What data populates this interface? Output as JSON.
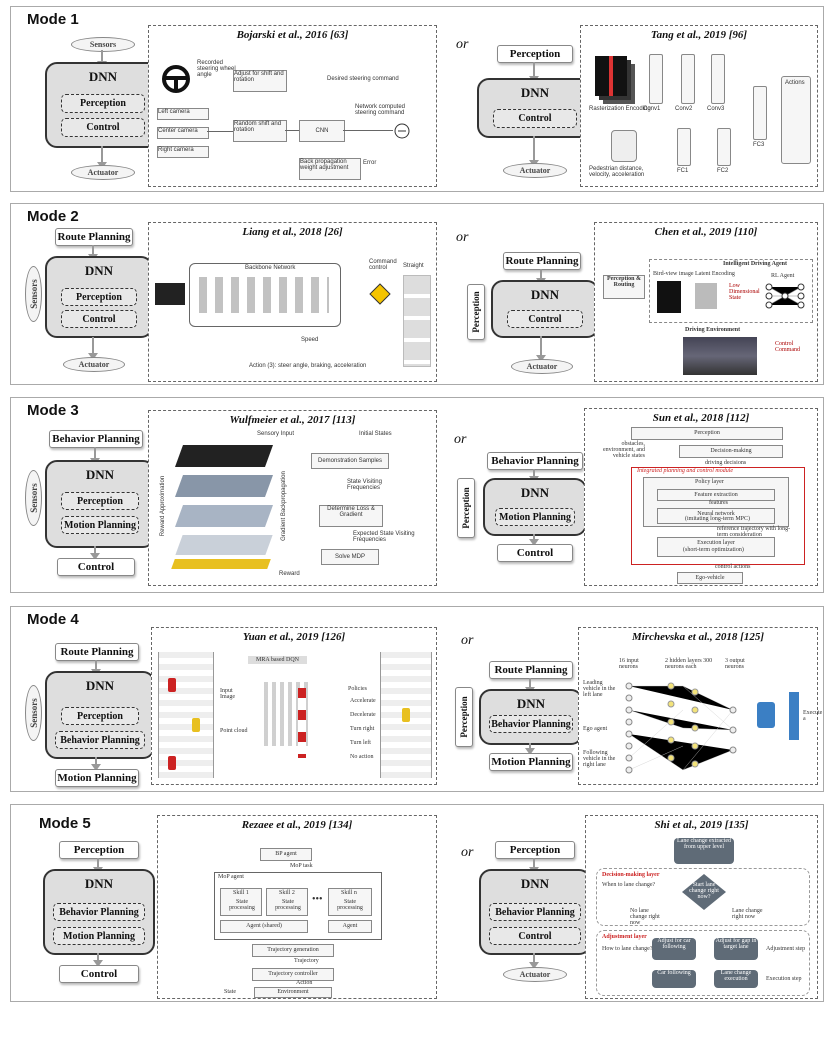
{
  "modes": [
    {
      "title": "Mode 1",
      "left": {
        "top_oval": "Sensors",
        "dnn": "DNN",
        "inner": [
          "Perception",
          "Control"
        ],
        "bottom_oval": "Actuator"
      },
      "ref_a": "Bojarski et al., 2016 [63]",
      "or": "or",
      "right": {
        "top_box": "Perception",
        "dnn": "DNN",
        "inner": [
          "Control"
        ],
        "bottom_oval": "Actuator"
      },
      "ref_b": "Tang et al., 2019 [96]",
      "panel_a": {
        "wheel_label": "Recorded steering wheel angle",
        "adjust": "Adjust for shift and rotation",
        "desired": "Desired steering command",
        "left_cam": "Left camera",
        "center_cam": "Center camera",
        "right_cam": "Right camera",
        "random_shift": "Random shift and rotation",
        "cnn": "CNN",
        "network_cmd": "Network computed steering command",
        "error": "Error",
        "backprop": "Back propagation weight adjustment"
      },
      "panel_b": {
        "raster": "Rasterization Encoding",
        "conv1": "Conv1",
        "conv2": "Conv2",
        "conv3": "Conv3",
        "fc1": "FC1",
        "fc2": "FC2",
        "fc3": "FC3",
        "actions": "Actions",
        "features": "Pedestrian distance, velocity, acceleration"
      }
    },
    {
      "title": "Mode 2",
      "left": {
        "top_box": "Route Planning",
        "side_oval": "Sensors",
        "dnn": "DNN",
        "inner": [
          "Perception",
          "Control"
        ],
        "bottom_oval": "Actuator"
      },
      "ref_a": "Liang et al., 2018 [26]",
      "or": "or",
      "right": {
        "top_box": "Route Planning",
        "side_box": "Perception",
        "dnn": "DNN",
        "inner": [
          "Control"
        ],
        "bottom_oval": "Actuator"
      },
      "ref_b": "Chen et al., 2019 [110]",
      "panel_a": {
        "backbone": "Backbone Network",
        "command": "Command control",
        "straight": "Straight",
        "speed": "Speed",
        "action": "Action (3): steer angle, braking, acceleration"
      },
      "panel_b": {
        "perception": "Perception & Routing",
        "birdview": "Bird-view image",
        "latent": "Latent Encoding",
        "lowdim": "Low Dimensional State",
        "agent": "Intelligent Driving Agent",
        "rl": "RL Agent",
        "env": "Driving Environment",
        "control": "Control Command"
      }
    },
    {
      "title": "Mode 3",
      "left": {
        "top_box": "Behavior Planning",
        "side_oval": "Sensors",
        "dnn": "DNN",
        "inner": [
          "Perception",
          "Motion Planning"
        ],
        "bottom_box": "Control"
      },
      "ref_a": "Wulfmeier et al., 2017 [113]",
      "or": "or",
      "right": {
        "top_box": "Behavior Planning",
        "side_box": "Perception",
        "dnn": "DNN",
        "inner": [
          "Motion Planning"
        ],
        "bottom_box": "Control"
      },
      "ref_b": "Sun et al., 2018 [112]",
      "panel_a": {
        "sensory": "Sensory Input",
        "initial": "Initial States",
        "demo": "Demonstration Samples",
        "svf": "State Visiting Frequencies",
        "loss": "Determine Loss & Gradient",
        "esvf": "Expected State Visiting Frequencies",
        "mdp": "Solve MDP",
        "reward": "Reward",
        "reward_approx": "Reward Approximation",
        "grad_bp": "Gradient Backpropagation"
      },
      "panel_b": {
        "perception": "Perception",
        "obstacles": "obstacles, environment, and vehicle states",
        "decision": "Decision-making",
        "driving_dec": "driving decisions",
        "integrated": "Integrated planning and control module",
        "policy": "Policy layer",
        "feature": "Feature extraction",
        "features_lbl": "features",
        "nn": "Neural network",
        "nn_sub": "(imitating long-term MPC)",
        "ref_traj": "reference trajectory with long-term consideration",
        "exec": "Execution layer",
        "exec_sub": "(short-term optimization)",
        "ctrl": "control actions",
        "ego": "Ego-vehicle"
      }
    },
    {
      "title": "Mode 4",
      "left": {
        "top_box": "Route Planning",
        "side_oval": "Sensors",
        "dnn": "DNN",
        "inner": [
          "Perception",
          "Behavior Planning"
        ],
        "bottom_box": "Motion Planning"
      },
      "ref_a": "Yuan et al., 2019 [126]",
      "or": "or",
      "right": {
        "top_box": "Route Planning",
        "side_box": "Perception",
        "dnn": "DNN",
        "inner": [
          "Behavior Planning"
        ],
        "bottom_box": "Motion Planning"
      },
      "ref_b": "Mirchevska et al., 2018 [125]",
      "panel_a": {
        "mra": "MRA based DQN",
        "input": "Input Image",
        "cloud": "Point cloud",
        "policies": "Policies",
        "p": [
          "Accelerate",
          "Decelerate",
          "Turn right",
          "Turn left",
          "No action"
        ]
      },
      "panel_b": {
        "inputs": "16 input neurons",
        "hidden": "2 hidden layers 300 neurons each",
        "outputs": "3 output neurons",
        "rows": [
          "Leading vehicle in the left lane",
          "Ego agent",
          "Following vehicle in the right lane"
        ],
        "execute": "Execute a"
      }
    },
    {
      "title": "Mode 5",
      "left": {
        "top_box": "Perception",
        "dnn": "DNN",
        "inner": [
          "Behavior Planning",
          "Motion Planning"
        ],
        "bottom_box": "Control"
      },
      "ref_a": "Rezaee et al., 2019 [134]",
      "or": "or",
      "right": {
        "top_box": "Perception",
        "dnn": "DNN",
        "inner": [
          "Behavior Planning",
          "Control"
        ],
        "bottom_oval": "Actuator"
      },
      "ref_b": "Shi et al., 2019 [135]",
      "panel_a": {
        "bp": "BP agent",
        "mop_task": "MoP task",
        "mop_agent": "MoP agent",
        "skill1": "Skill 1",
        "skill2": "Skill 2",
        "skilln": "Skill n",
        "state_proc": "State processing",
        "agent_shared": "Agent (shared)",
        "agent": "Agent",
        "traj_gen": "Trajectory generation",
        "trajectory": "Trajectory",
        "traj_ctrl": "Trajectory controller",
        "action": "Action",
        "env": "Environment",
        "state": "State"
      },
      "panel_b": {
        "lane_info": "Lane change extracted from upper level",
        "dm_layer": "Decision-making layer",
        "when": "When to lane change?",
        "q": "Start lane change right now?",
        "no_change": "No lane change right now",
        "change": "Lane change right now",
        "adj_layer": "Adjustment layer",
        "how": "How to lane change?",
        "adjust_follow": "Adjust for car following",
        "adjust_gap": "Adjust for gap in target lane",
        "adj_step": "Adjustment step",
        "car_follow": "Car following",
        "exec_change": "Lane change execution",
        "exec_step": "Execution step"
      }
    }
  ]
}
